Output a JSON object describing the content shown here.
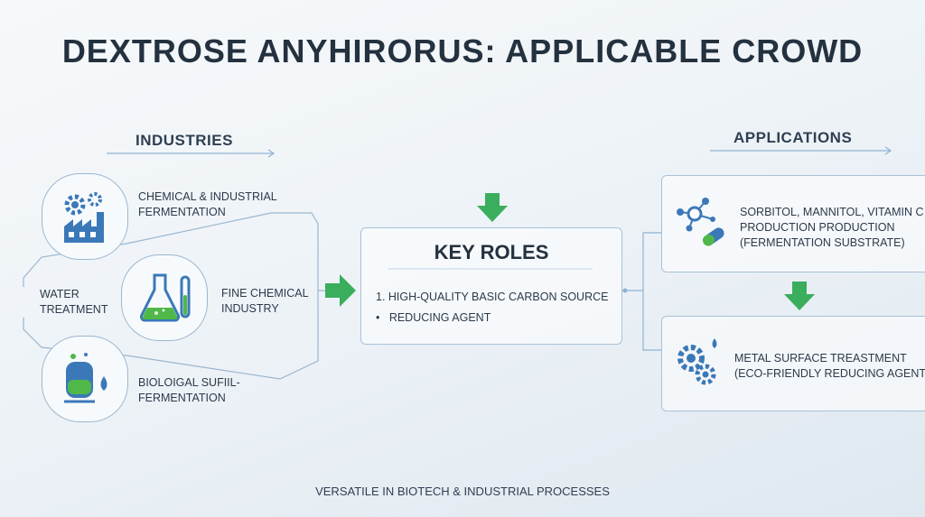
{
  "title": "DEXTROSE ANYHIRORUS: APPLICABLE CROWD",
  "industries": {
    "heading": "INDUSTRIES",
    "items": [
      {
        "line1": "CHEMICAL & INDUSTRIAL",
        "line2": "FERMENTATION",
        "icon": "gears-factory-icon"
      },
      {
        "line1": "FINE CHEMICAL",
        "line2": "INDUSTRY",
        "icon": "flask-test-tube-icon"
      },
      {
        "line1": "BIOLOIGAL SUFIIL-",
        "line2": "FERMENTATION",
        "icon": "bioreactor-icon"
      }
    ],
    "side_label_line1": "WATER",
    "side_label_line2": "TREATMENT"
  },
  "key_roles": {
    "heading": "KEY ROLES",
    "item1": "1. HIGH-QUALITY BASIC CARBON SOURCE",
    "item2_bullet": "•",
    "item2": "REDUCING AGENT"
  },
  "applications": {
    "heading": "APPLICATIONS",
    "items": [
      {
        "line1": "SORBITOL, MANNITOL, VITAMIN C",
        "line2": "PRODUCTION PRODUCTION",
        "line3": "(FERMENTATION SUBSTRATE)",
        "icon": "molecule-capsule-icon"
      },
      {
        "line1": "METAL SURFACE TREASTMENT",
        "line2": "(ECO-FRIENDLY REDUCING AGENT)",
        "icon": "gears-droplet-icon"
      }
    ]
  },
  "footer": "VERSATILE IN BIOTECH & INDUSTRIAL PROCESSES",
  "colors": {
    "accent_green": "#3aae5c",
    "line_blue": "#8fb3d3",
    "icon_blue": "#3b78b8"
  }
}
